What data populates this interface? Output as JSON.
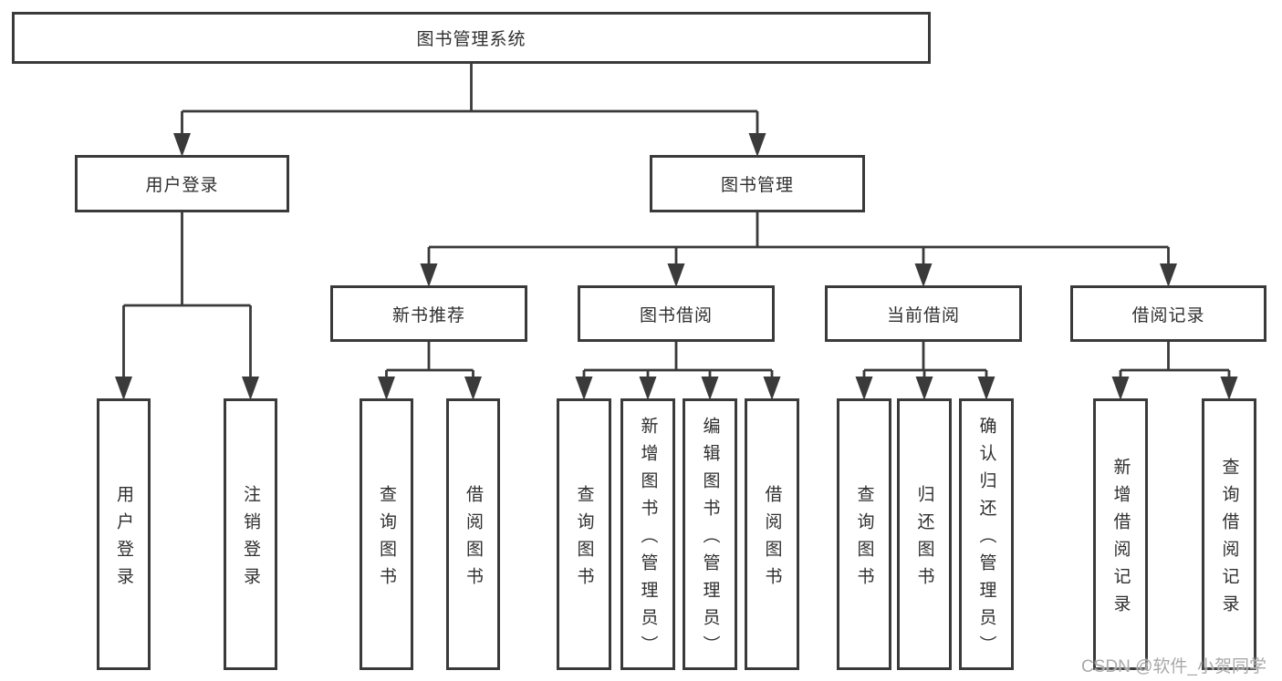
{
  "diagram": {
    "title": "图书管理系统",
    "nodes": {
      "root": {
        "label": "图书管理系统"
      },
      "user_login": {
        "label": "用户登录"
      },
      "book_mgmt": {
        "label": "图书管理"
      },
      "new_books": {
        "label": "新书推荐"
      },
      "book_borrow": {
        "label": "图书借阅"
      },
      "current_borrow": {
        "label": "当前借阅"
      },
      "borrow_records": {
        "label": "借阅记录"
      },
      "leaf_user_login": {
        "label": "用户登录"
      },
      "leaf_logout": {
        "label": "注销登录"
      },
      "leaf_query_books_new": {
        "label": "查询图书"
      },
      "leaf_borrow_books_new": {
        "label": "借阅图书"
      },
      "leaf_query_books_borrow": {
        "label": "查询图书"
      },
      "leaf_add_books": {
        "label": "新增图书（管理员）"
      },
      "leaf_edit_books": {
        "label": "编辑图书（管理员）"
      },
      "leaf_borrow_books": {
        "label": "借阅图书"
      },
      "leaf_query_books_current": {
        "label": "查询图书"
      },
      "leaf_return_books": {
        "label": "归还图书"
      },
      "leaf_confirm_return": {
        "label": "确认归还（管理员）"
      },
      "leaf_add_record": {
        "label": "新增借阅记录"
      },
      "leaf_query_record": {
        "label": "查询借阅记录"
      }
    },
    "colors": {
      "line": "#3a3a3a",
      "border": "#3a3a3a",
      "text": "#2f2f2f",
      "watermark": "#a9a9a9",
      "background": "#ffffff"
    },
    "watermark": "CSDN @软件_小贺同学"
  }
}
